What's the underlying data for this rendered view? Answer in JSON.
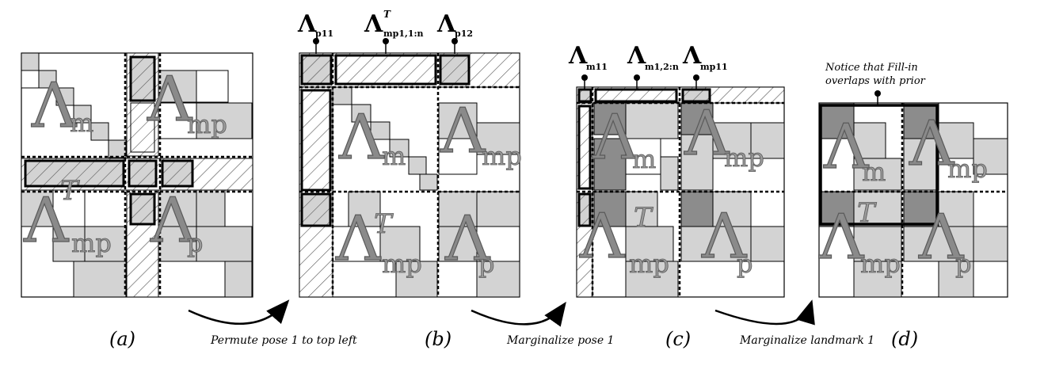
{
  "symbols": {
    "lambda": "Λ",
    "sub_m": "m",
    "sub_mp": "mp",
    "sub_p": "p",
    "sup_T": "T"
  },
  "panel_captions": [
    "(a)",
    "(b)",
    "(c)",
    "(d)"
  ],
  "arrow_labels": [
    "Permute pose 1 to top left",
    "Marginalize pose 1",
    "Marginalize landmark 1"
  ],
  "panel_b_labels": [
    {
      "main": "Λ",
      "sub": "p11",
      "sup": ""
    },
    {
      "main": "Λ",
      "sub": "mp1,1:n",
      "sup": "T"
    },
    {
      "main": "Λ",
      "sub": "p12",
      "sup": ""
    }
  ],
  "panel_c_labels": [
    {
      "main": "Λ",
      "sub": "m11",
      "sup": ""
    },
    {
      "main": "Λ",
      "sub": "m1,2:n",
      "sup": ""
    },
    {
      "main": "Λ",
      "sub": "mp11",
      "sup": ""
    }
  ],
  "panel_d_note": [
    "Notice that Fill-in",
    "overlaps with prior"
  ],
  "colors": {
    "light_fill": "#d3d3d3",
    "dark_fill": "#8c8c8c",
    "line": "#000000",
    "symbol_fill": "#8a8a8a"
  }
}
